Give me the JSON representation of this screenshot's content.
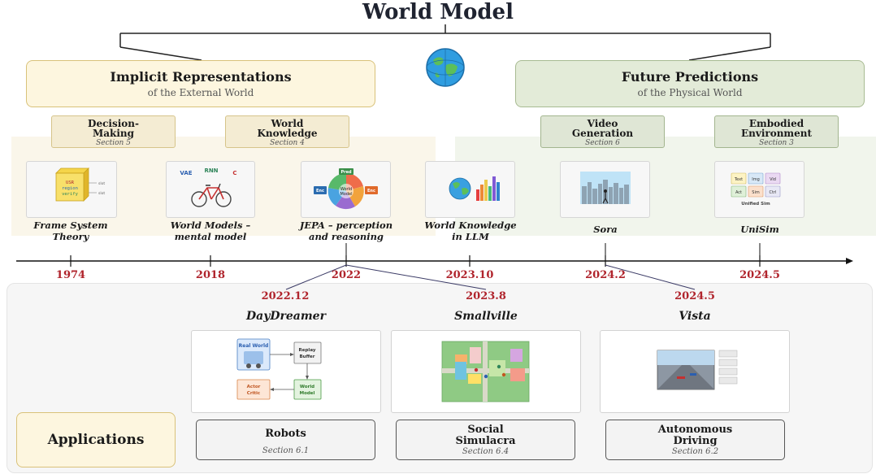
{
  "title": "World Model",
  "categories": {
    "implicit": {
      "title": "Implicit Representations",
      "subtitle": "of the External World"
    },
    "future": {
      "title": "Future Predictions",
      "subtitle": "of the Physical World"
    }
  },
  "subcategories": [
    {
      "title": "Decision-\nMaking",
      "section": "Section 5"
    },
    {
      "title": "World\nKnowledge",
      "section": "Section 4"
    },
    {
      "title": "Video\nGeneration",
      "section": "Section 6"
    },
    {
      "title": "Embodied\nEnvironment",
      "section": "Section 3"
    }
  ],
  "milestones": [
    {
      "label": "Frame System\nTheory",
      "year": "1974"
    },
    {
      "label": "World Models –\nmental model",
      "year": "2018"
    },
    {
      "label": "JEPA – perception\nand reasoning",
      "year": "2022"
    },
    {
      "label": "World Knowledge\nin LLM",
      "year": "2023.10"
    },
    {
      "label": "Sora",
      "year": "2024.2"
    },
    {
      "label": "UniSim",
      "year": "2024.5"
    }
  ],
  "branch_years": [
    "2022.12",
    "2023.8",
    "2024.5"
  ],
  "figure_text": {
    "frame": {
      "lines": [
        "USR",
        "region",
        "verify"
      ],
      "slot1": "slot",
      "slot2": "slot"
    },
    "wm": {
      "vae": "VAE",
      "rnn": "RNN",
      "c": "C"
    },
    "jepa": {
      "pred": "Pred",
      "enc1": "Enc",
      "enc2": "Enc",
      "center": "World\nModel"
    },
    "unisim": {
      "cells": [
        "Text",
        "Img",
        "Vid",
        "Act",
        "Sim",
        "Ctrl"
      ],
      "caption": "Unified Sim"
    },
    "daydreamer": {
      "real": "Real World",
      "replay": "Replay\nBuffer",
      "actor": "Actor\nCritic",
      "wm": "World\nModel"
    }
  },
  "applications_label": "Applications",
  "applications": [
    {
      "title": "DayDreamer",
      "box": "Robots",
      "section": "Section 6.1"
    },
    {
      "title": "Smallville",
      "box": "Social\nSimulacra",
      "section": "Section 6.4"
    },
    {
      "title": "Vista",
      "box": "Autonomous\nDriving",
      "section": "Section 6.2"
    }
  ],
  "colors": {
    "year": "#b0242c",
    "implicit_fill": "#fdf6df",
    "future_fill": "#e3ebd8"
  },
  "icons": [
    "globe-icon"
  ]
}
